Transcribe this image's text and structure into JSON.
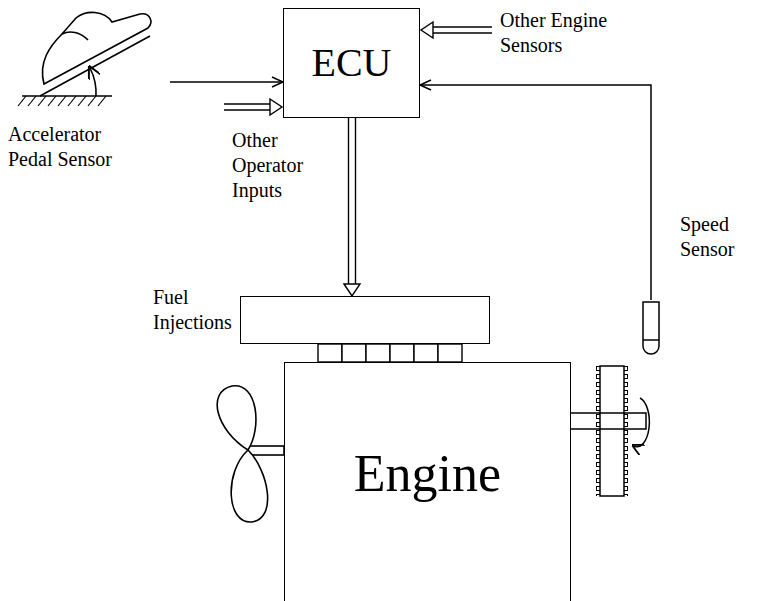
{
  "diagram": {
    "nodes": [
      {
        "text": [
          "ECU"
        ]
      },
      {
        "text": [
          "Fuel Injections"
        ]
      },
      {
        "text": [
          "Engine"
        ]
      },
      {
        "text": [
          "Speed Sensor"
        ]
      },
      {
        "text": [
          "Accelerator Pedal Sensor"
        ]
      }
    ],
    "edges": [
      {
        "from": 4,
        "to": 0,
        "arrow": "to"
      },
      {
        "from": 0,
        "to": 1,
        "arrow": "to"
      },
      {
        "from": 3,
        "to": 0,
        "arrow": "to"
      }
    ],
    "labels": [
      "Other Engine Sensors",
      "Other Operator Inputs"
    ]
  }
}
